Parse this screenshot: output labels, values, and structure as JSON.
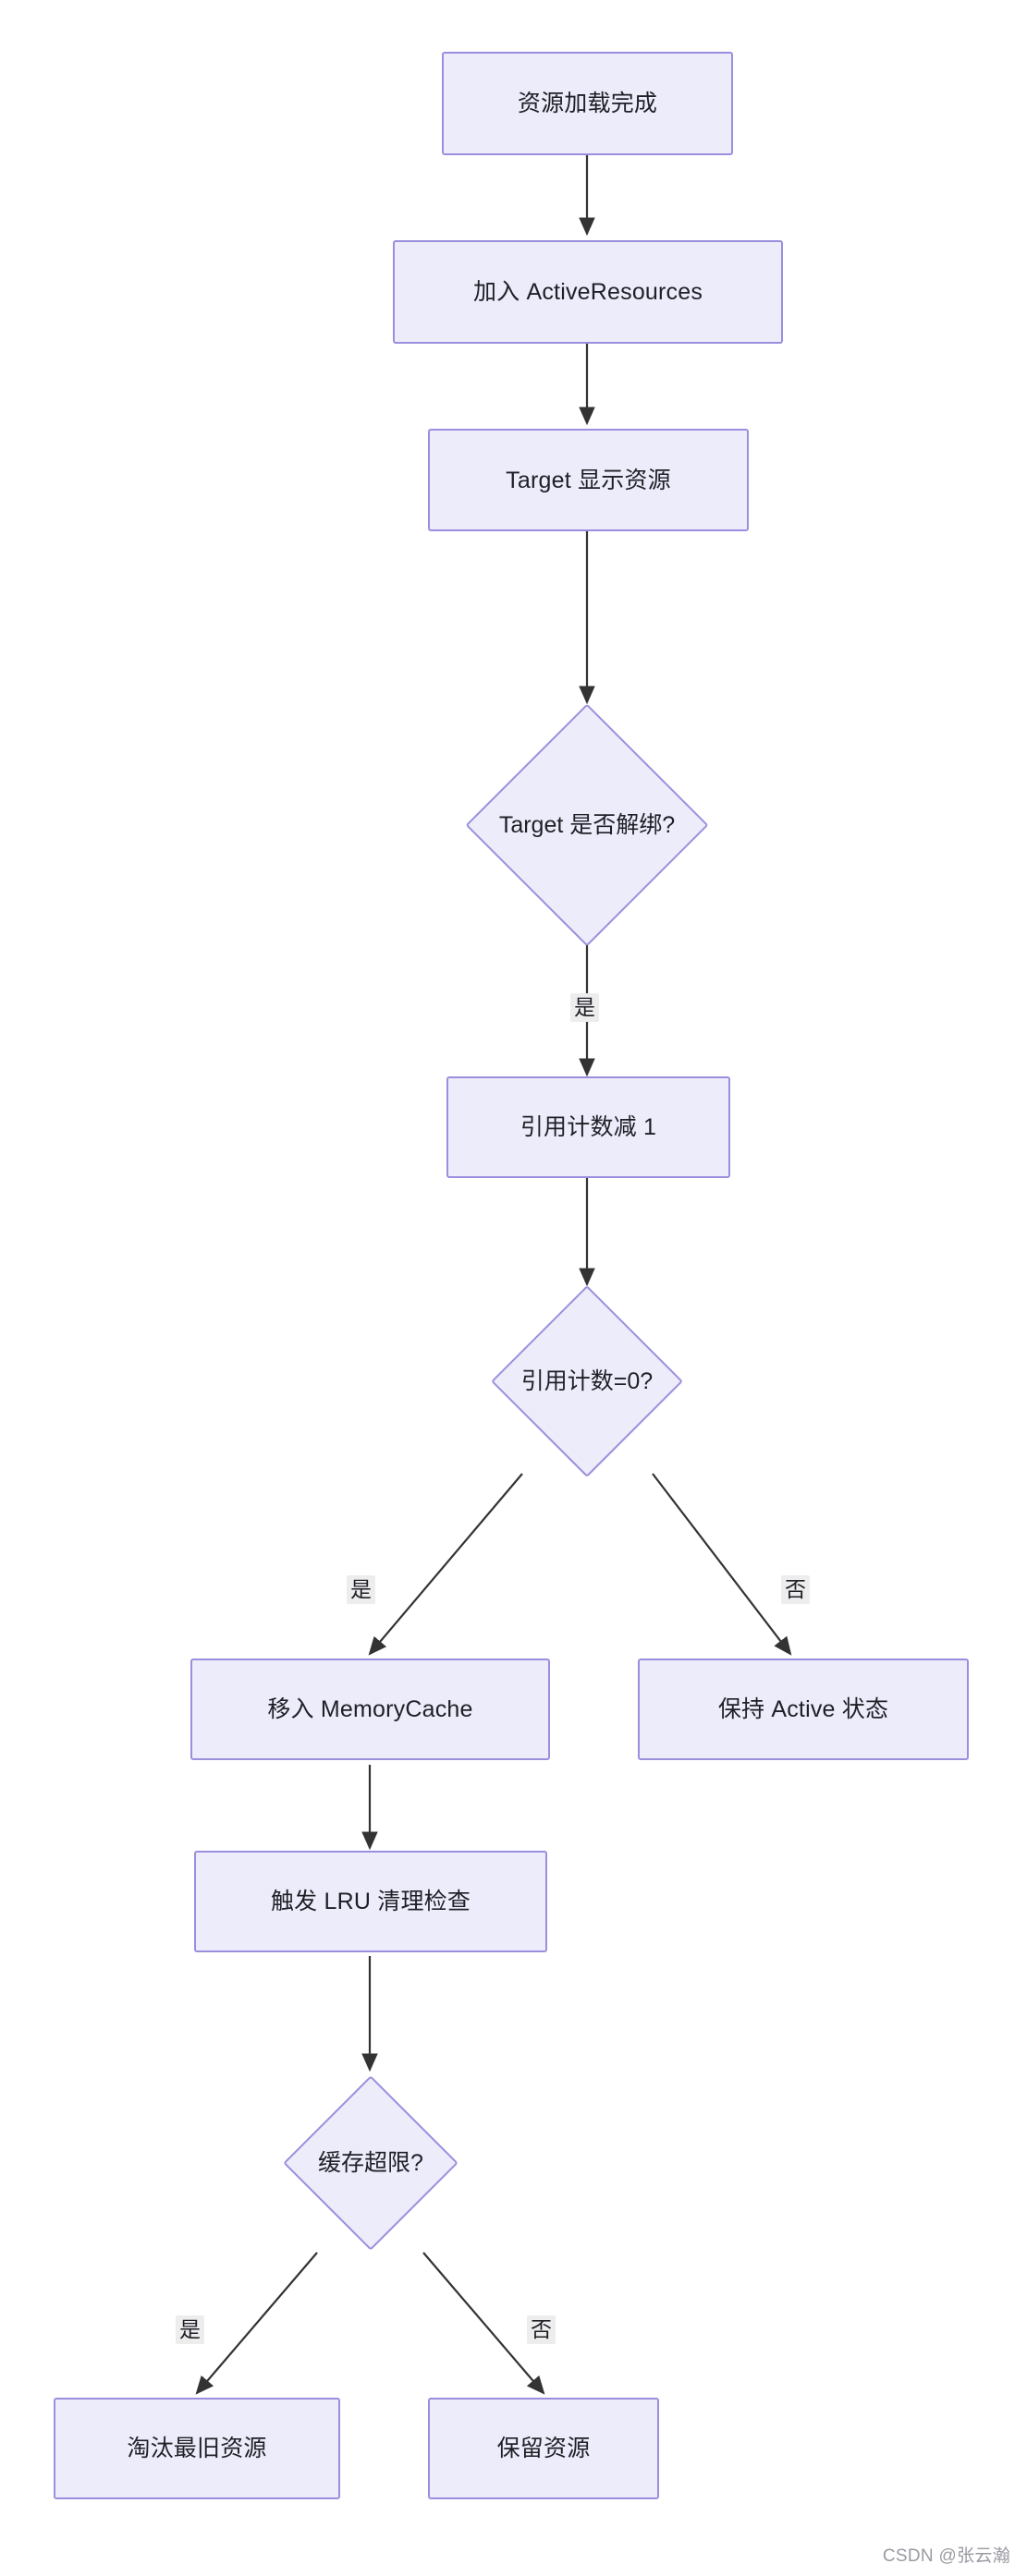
{
  "diagram": {
    "type": "flowchart",
    "direction": "top-down",
    "nodes": [
      {
        "id": "n1",
        "shape": "rect",
        "label": "资源加载完成"
      },
      {
        "id": "n2",
        "shape": "rect",
        "label": "加入 ActiveResources"
      },
      {
        "id": "n3",
        "shape": "rect",
        "label": "Target 显示资源"
      },
      {
        "id": "n4",
        "shape": "diamond",
        "label": "Target 是否解绑?"
      },
      {
        "id": "n5",
        "shape": "rect",
        "label": "引用计数减 1"
      },
      {
        "id": "n6",
        "shape": "diamond",
        "label": "引用计数=0?"
      },
      {
        "id": "n7",
        "shape": "rect",
        "label": "移入 MemoryCache"
      },
      {
        "id": "n8",
        "shape": "rect",
        "label": "保持 Active 状态"
      },
      {
        "id": "n9",
        "shape": "rect",
        "label": "触发 LRU 清理检查"
      },
      {
        "id": "n10",
        "shape": "diamond",
        "label": "缓存超限?"
      },
      {
        "id": "n11",
        "shape": "rect",
        "label": "淘汰最旧资源"
      },
      {
        "id": "n12",
        "shape": "rect",
        "label": "保留资源"
      }
    ],
    "edges": [
      {
        "from": "n1",
        "to": "n2",
        "label": ""
      },
      {
        "from": "n2",
        "to": "n3",
        "label": ""
      },
      {
        "from": "n3",
        "to": "n4",
        "label": ""
      },
      {
        "from": "n4",
        "to": "n5",
        "label": "是"
      },
      {
        "from": "n5",
        "to": "n6",
        "label": ""
      },
      {
        "from": "n6",
        "to": "n7",
        "label": "是"
      },
      {
        "from": "n6",
        "to": "n8",
        "label": "否"
      },
      {
        "from": "n7",
        "to": "n9",
        "label": ""
      },
      {
        "from": "n9",
        "to": "n10",
        "label": ""
      },
      {
        "from": "n10",
        "to": "n11",
        "label": "是"
      },
      {
        "from": "n10",
        "to": "n12",
        "label": "否"
      }
    ],
    "colors": {
      "node_fill": "#ececfb",
      "node_border": "#9b8fdd",
      "edge": "#333333",
      "label_bg": "#ededee",
      "text": "#1f1f26"
    }
  },
  "watermark": {
    "text": "CSDN @张云瀚"
  }
}
